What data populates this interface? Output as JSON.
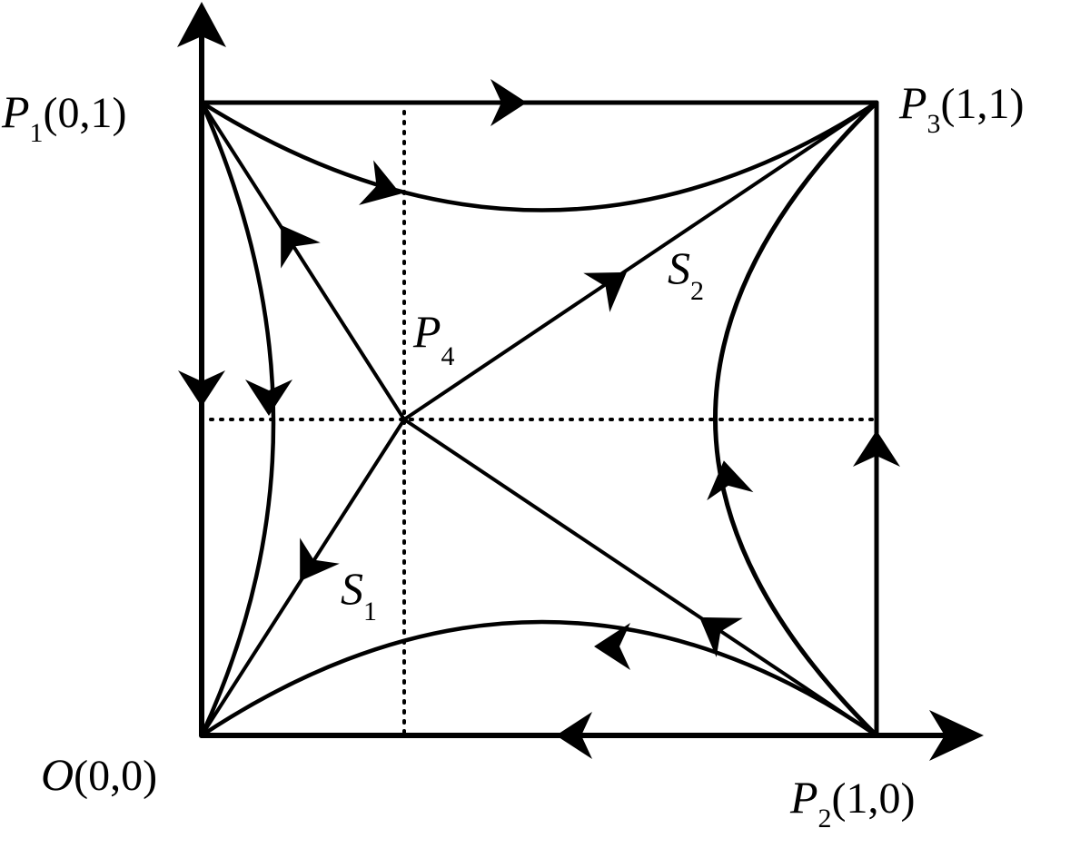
{
  "points": {
    "O": {
      "name": "O",
      "sub": "",
      "coords": "(0,0)"
    },
    "P1": {
      "name": "P",
      "sub": "1",
      "coords": "(0,1)"
    },
    "P2": {
      "name": "P",
      "sub": "2",
      "coords": "(1,0)"
    },
    "P3": {
      "name": "P",
      "sub": "3",
      "coords": "(1,1)"
    },
    "P4": {
      "name": "P",
      "sub": "4",
      "coords": ""
    }
  },
  "separatrices": {
    "S1": {
      "name": "S",
      "sub": "1"
    },
    "S2": {
      "name": "S",
      "sub": "2"
    }
  },
  "colors": {
    "stroke": "#000000",
    "background": "#ffffff"
  }
}
